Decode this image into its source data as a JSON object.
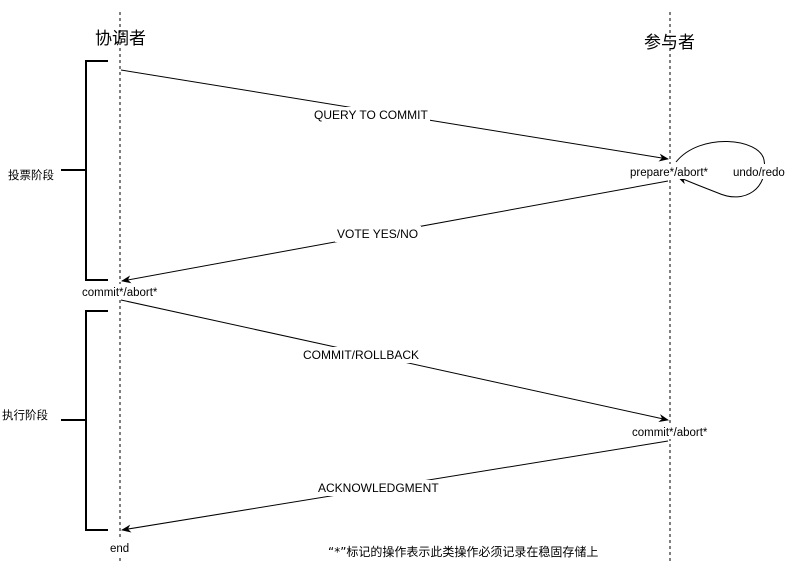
{
  "participants": {
    "coordinator": "协调者",
    "participant": "参与者"
  },
  "phases": {
    "voting": "投票阶段",
    "execution": "执行阶段"
  },
  "messages": {
    "query_to_commit": "QUERY TO COMMIT",
    "vote_yes_no": "VOTE YES/NO",
    "commit_rollback": "COMMIT/ROLLBACK",
    "acknowledgment": "ACKNOWLEDGMENT"
  },
  "states": {
    "participant_prepare": "prepare*/abort*",
    "participant_undo_redo": "undo/redo",
    "coordinator_commit": "commit*/abort*",
    "participant_commit": "commit*/abort*",
    "coordinator_end": "end"
  },
  "note": "“*”标记的操作表示此类操作必须记录在稳固存储上"
}
